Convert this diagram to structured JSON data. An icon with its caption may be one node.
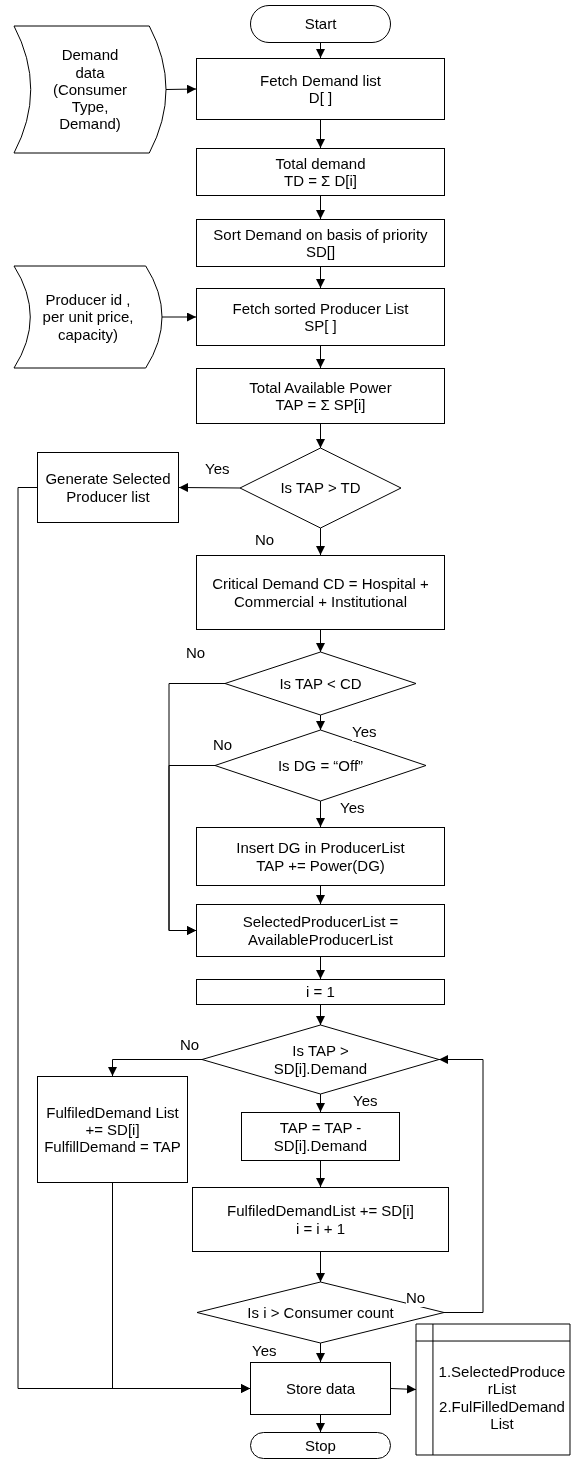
{
  "diagram": {
    "nodes": [
      {
        "text": [
          "Start"
        ]
      },
      {
        "text": [
          "Demand data (Consumer Type, Demand)"
        ]
      },
      {
        "text": [
          "Fetch Demand list",
          "D[ ]"
        ]
      },
      {
        "text": [
          "Total demand",
          "TD = Σ D[i]"
        ]
      },
      {
        "text": [
          "Sort Demand on basis of priority SD[]"
        ]
      },
      {
        "text": [
          "Producer id , per unit price, capacity)"
        ]
      },
      {
        "text": [
          "Fetch sorted Producer List",
          "SP[ ]"
        ]
      },
      {
        "text": [
          "Total Available Power",
          "TAP = Σ SP[i]"
        ]
      },
      {
        "text": [
          "Is TAP > TD"
        ]
      },
      {
        "text": [
          "Generate Selected Producer list"
        ]
      },
      {
        "text": [
          "Critical Demand CD = Hospital + Commercial + Institutional"
        ]
      },
      {
        "text": [
          "Is TAP < CD"
        ]
      },
      {
        "text": [
          "Is DG = “Off”"
        ]
      },
      {
        "text": [
          "Insert DG in ProducerList",
          "TAP += Power(DG)"
        ]
      },
      {
        "text": [
          "SelectedProducerList = AvailableProducerList"
        ]
      },
      {
        "text": [
          "i = 1"
        ]
      },
      {
        "text": [
          "Is TAP > SD[i].Demand"
        ]
      },
      {
        "text": [
          "FulfiledDemand List += SD[i]",
          "FulfillDemand = TAP"
        ]
      },
      {
        "text": [
          "TAP = TAP - SD[i].Demand"
        ]
      },
      {
        "text": [
          "FulfiledDemandList += SD[i]",
          "i = i + 1"
        ]
      },
      {
        "text": [
          "Is i > Consumer count"
        ]
      },
      {
        "text": [
          "Store data"
        ]
      },
      {
        "text": [
          "Stop"
        ]
      },
      {
        "text": [
          "1.SelectedProducerList",
          "2.FulFilledDemandList"
        ]
      }
    ],
    "edges": [
      {
        "from": 0,
        "to": 2,
        "arrow": "to"
      },
      {
        "from": 1,
        "to": 2,
        "arrow": "to"
      },
      {
        "from": 2,
        "to": 3,
        "arrow": "to"
      },
      {
        "from": 3,
        "to": 4,
        "arrow": "to"
      },
      {
        "from": 4,
        "to": 6,
        "arrow": "to"
      },
      {
        "from": 5,
        "to": 6,
        "arrow": "to"
      },
      {
        "from": 6,
        "to": 7,
        "arrow": "to"
      },
      {
        "from": 7,
        "to": 8,
        "arrow": "to"
      },
      {
        "from": 8,
        "to": 9,
        "arrow": "to",
        "label": "Yes"
      },
      {
        "from": 8,
        "to": 10,
        "arrow": "to",
        "label": "No"
      },
      {
        "from": 10,
        "to": 11,
        "arrow": "to"
      },
      {
        "from": 11,
        "to": 14,
        "arrow": "to",
        "label": "No"
      },
      {
        "from": 11,
        "to": 12,
        "arrow": "to",
        "label": "Yes"
      },
      {
        "from": 12,
        "to": 14,
        "arrow": "to",
        "label": "No"
      },
      {
        "from": 12,
        "to": 13,
        "arrow": "to",
        "label": "Yes"
      },
      {
        "from": 13,
        "to": 14,
        "arrow": "to"
      },
      {
        "from": 14,
        "to": 15,
        "arrow": "to"
      },
      {
        "from": 15,
        "to": 16,
        "arrow": "to"
      },
      {
        "from": 16,
        "to": 17,
        "arrow": "to",
        "label": "No"
      },
      {
        "from": 16,
        "to": 18,
        "arrow": "to",
        "label": "Yes"
      },
      {
        "from": 18,
        "to": 19,
        "arrow": "to"
      },
      {
        "from": 19,
        "to": 20,
        "arrow": "to"
      },
      {
        "from": 20,
        "to": 16,
        "arrow": "to",
        "label": "No"
      },
      {
        "from": 20,
        "to": 21,
        "arrow": "to",
        "label": "Yes"
      },
      {
        "from": 9,
        "to": 21,
        "arrow": "to"
      },
      {
        "from": 17,
        "to": 21,
        "arrow": "to"
      },
      {
        "from": 21,
        "to": 23,
        "arrow": "to"
      },
      {
        "from": 21,
        "to": 22,
        "arrow": "to"
      }
    ]
  }
}
